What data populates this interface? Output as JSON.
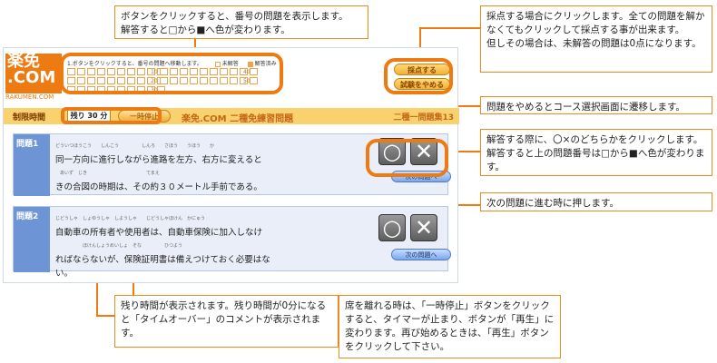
{
  "annotations": {
    "top_center": "ボタンをクリックすると、番号の問題を表示します。\n解答すると□から■へ色が変わります。",
    "top_right": "採点する場合にクリックします。全ての問題を解かなくてもクリックして採点する事が出来ます。\n但しその場合は、未解答の問題は0点になります。",
    "quit": "問題をやめるとコース選択画面に遷移します。",
    "answer": "解答する際に、〇×のどちらかをクリックします。解答すると上の問題番号は□から■へ色が変わります。",
    "next": "次の問題に進む時に押します。",
    "bottom_left": "残り時間が表示されます。残り時間が0分になると「タイムオーバー」のコメントが表示されます。",
    "bottom_right": "席を離れる時は、「一時停止」ボタンをクリックすると、タイマーが止まり、ボタンが「再生」に変わります。再び始めるときは、「再生」ボタンをクリックして下さい。"
  },
  "app": {
    "logo": "楽免",
    "logo_sub": ".COM",
    "logo_url": "RAKUMEN.COM",
    "instruction": "1.ボタンをクリックすると、番号の問題へ移動します。",
    "legend_unanswered": "未解答",
    "legend_answered": "解答済み",
    "grid_labels": [
      "10",
      "20",
      "30",
      "40",
      "50"
    ],
    "score_button": "採点する",
    "quit_button": "試験をやめる",
    "time_label": "制限時間",
    "remaining": "残り 30 分",
    "pause_button": "一時停止",
    "practice_title": "楽免.COM 二種免練習問題",
    "practice_set": "二種一問題集13",
    "questions": [
      {
        "label": "問題1",
        "line1": "同一方向に進行しながら進路を左方、右方に変えると",
        "line2": "きの合図の時期は、その約３０メートル手前である。",
        "next": "次の問題へ"
      },
      {
        "label": "問題2",
        "line1": "自動車の所有者や使用者は、自動車保険に加入しなけ",
        "line2": "ればならないが、保険証明書は備えつけておく必要はな",
        "line3": "い。",
        "next": "次の問題へ"
      }
    ]
  },
  "colors": {
    "accent": "#ee7a12",
    "blue": "#6d95d6",
    "gold": "#f9d16f"
  }
}
